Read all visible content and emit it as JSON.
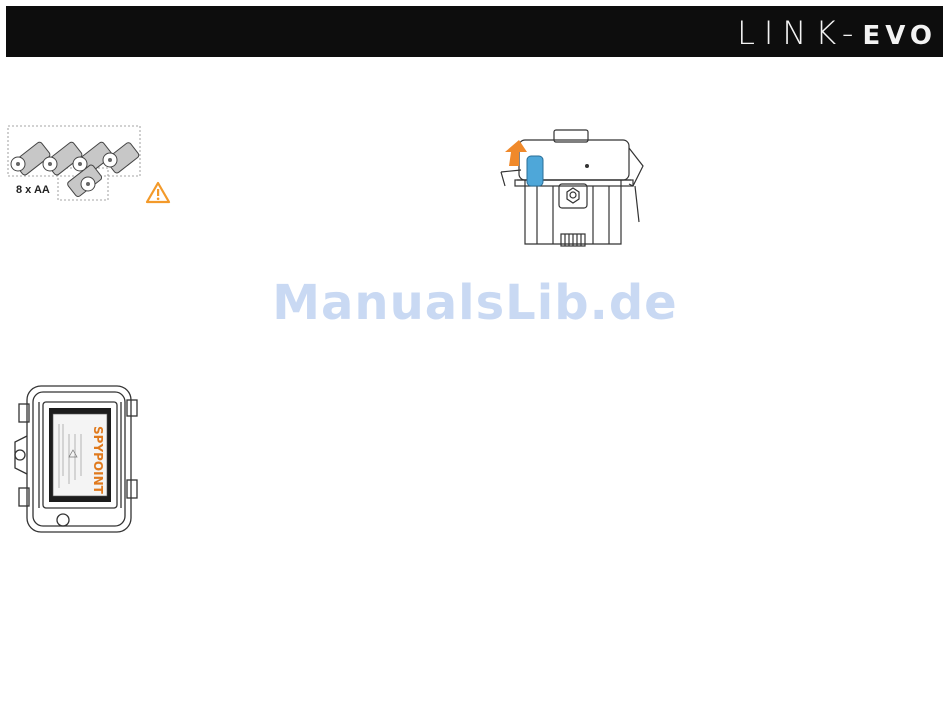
{
  "header": {
    "brand_main": "LINK",
    "brand_sep": "-",
    "brand_suffix": "EVO"
  },
  "battery_figure": {
    "label": "8 x AA"
  },
  "watermark": {
    "text": "ManualsLib.de"
  },
  "colors": {
    "header_bg": "#0d0d0d",
    "warning": "#f39a2a",
    "latch_blue": "#4ea7d9",
    "arrow_orange": "#f0892a",
    "watermark": "#c9d9f3"
  },
  "icons": [
    "warning-triangle-icon"
  ]
}
